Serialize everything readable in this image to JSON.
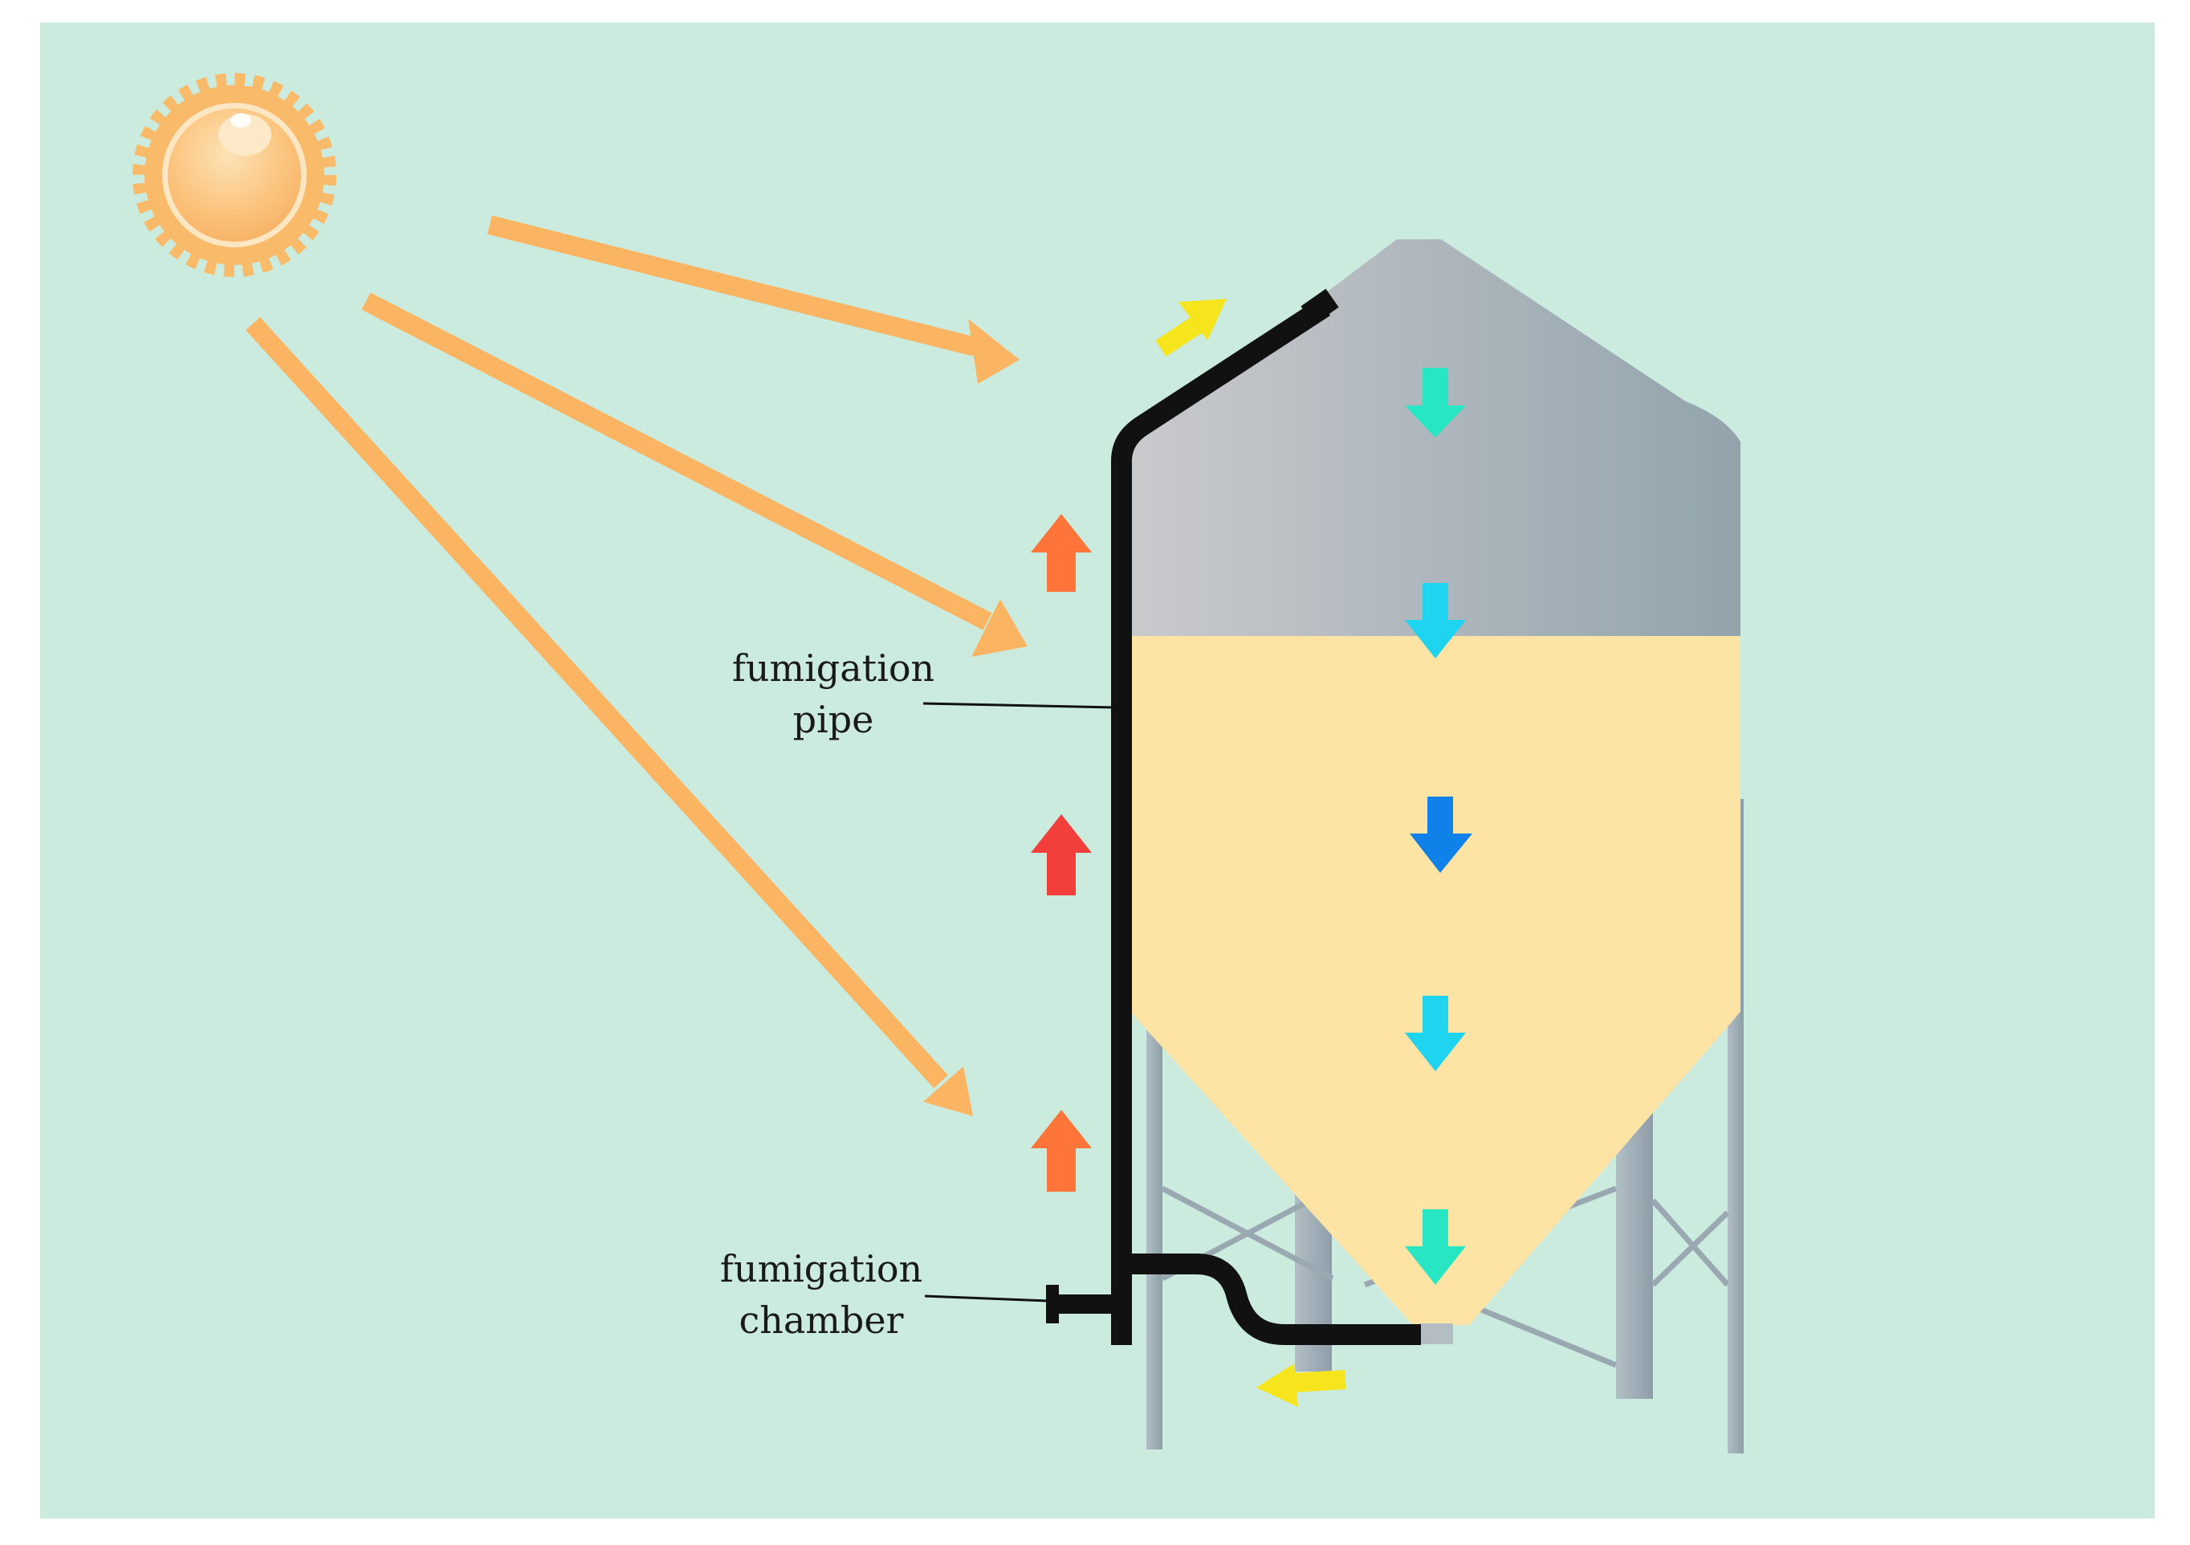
{
  "labels": {
    "fumigation_pipe_line1": "fumigation",
    "fumigation_pipe_line2": "pipe",
    "fumigation_chamber_line1": "fumigation",
    "fumigation_chamber_line2": "chamber"
  },
  "colors": {
    "background": "#cbebdf",
    "page": "#ffffff",
    "sun_body": "#fbcb8a",
    "sun_rays": "#f9bb6a",
    "sunlight_arrow": "#fbb461",
    "pipe": "#111111",
    "silo_roof_light": "#c6c8cb",
    "silo_roof_dark": "#93a4ad",
    "grain": "#fee4a4",
    "legs": "#9aa8b1",
    "flow_yellow": "#f6e51c",
    "heat_orange": "#ff7539",
    "heat_red": "#f23f3c",
    "down_teal": "#27e6c4",
    "down_cyan": "#1fd4ef",
    "down_blue": "#1081e8"
  },
  "icons": [
    "sun-icon",
    "sunlight-arrow",
    "heat-up-arrow",
    "gas-down-arrow",
    "gas-flow-arrow"
  ]
}
